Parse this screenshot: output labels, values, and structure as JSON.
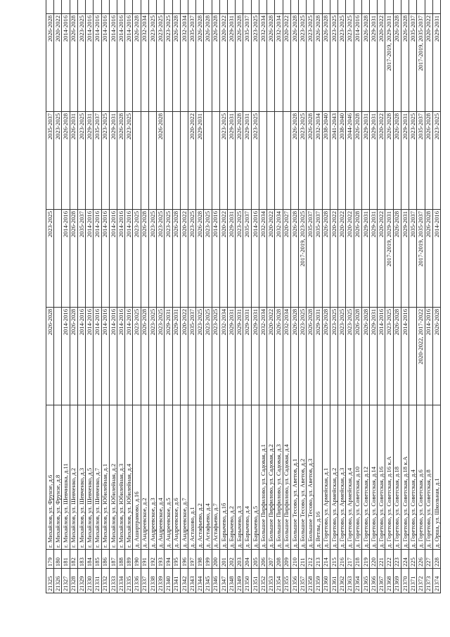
{
  "document": {
    "rows": [
      {
        "id": "21325",
        "num": "179",
        "address": "г. Михайлов, ул. Фрунзе, д.6",
        "p1": "2026-2028",
        "p2": "2023-2025",
        "p3": "2035-2037",
        "p4": "2026-2028",
        "p5": "2017-2019, 2026-2028"
      },
      {
        "id": "21326",
        "num": "180",
        "address": "г. Михайлов, ул. Фрунзе, д.8",
        "p1": "",
        "p2": "",
        "p3": "2023-2025",
        "p4": "2020-2022",
        "p5": "2020-2022"
      },
      {
        "id": "21327",
        "num": "181",
        "address": "г. Михайлов, ул. Шевчишка, д.11",
        "p1": "2014-2016",
        "p2": "2014-2016",
        "p3": "2026-2028",
        "p4": "2014-2016",
        "p5": "2014-2016"
      },
      {
        "id": "21328",
        "num": "182",
        "address": "г. Михайлов, ул. Шевченко, д.2",
        "p1": "2026-2028",
        "p2": "2026-2028",
        "p3": "2026-2031",
        "p4": "2026-2028",
        "p5": "2023-2025"
      },
      {
        "id": "21329",
        "num": "183",
        "address": "г. Михайлов, ул. Шевченко, д.3",
        "p1": "2014-2016",
        "p2": "2035-2037",
        "p3": "2023-2025",
        "p4": "2023-2025",
        "p5": "2014-2016"
      },
      {
        "id": "21330",
        "num": "184",
        "address": "г. Михайлов, ул. Шевченко, д.5",
        "p1": "2014-2016",
        "p2": "2014-2016",
        "p3": "2029-2031",
        "p4": "2014-2016",
        "p5": "2014-2016"
      },
      {
        "id": "21331",
        "num": "185",
        "address": "г. Михайлов, ул. Шевченко, д.7",
        "p1": "2014-2016",
        "p2": "2014-2016",
        "p3": "2035-2037",
        "p4": "2014-2016",
        "p5": "2014-2016"
      },
      {
        "id": "21332",
        "num": "186",
        "address": "г. Михайлов, ул. Юбилейная, д.1",
        "p1": "2014-2016",
        "p2": "2014-2016",
        "p3": "2023-2025",
        "p4": "2014-2016",
        "p5": "2014-2016"
      },
      {
        "id": "21333",
        "num": "187",
        "address": "г. Михайлов, ул. Юбилейная, д.2",
        "p1": "2014-2016",
        "p2": "2014-2016",
        "p3": "2029-2031",
        "p4": "2014-2016",
        "p5": "2014-2016"
      },
      {
        "id": "21334",
        "num": "188",
        "address": "г. Михайлов, ул. Юбилейная, д.3",
        "p1": "2014-2016",
        "p2": "2014-2016",
        "p3": "2026-2028",
        "p4": "2014-2016",
        "p5": "2014-2016"
      },
      {
        "id": "21335",
        "num": "189",
        "address": "г. Михайлов, ул. Юбилейная, д.4",
        "p1": "2014-2016",
        "p2": "2014-2016",
        "p3": "2023-2025",
        "p4": "2014-2016",
        "p5": "2014-2016"
      },
      {
        "id": "21336",
        "num": "190",
        "address": "д. Аширтрамово, д.16",
        "p1": "2023-2025",
        "p2": "2023-2025",
        "p3": "",
        "p4": "2026-2028",
        "p5": "2026-2028"
      },
      {
        "id": "21337",
        "num": "191",
        "address": "д. Андреевское, д.2",
        "p1": "2026-2028",
        "p2": "2026-2028",
        "p3": "",
        "p4": "2032-2034",
        "p5": "2032-2034"
      },
      {
        "id": "21338",
        "num": "192",
        "address": "д. Андреевское, д.3",
        "p1": "2023-2025",
        "p2": "2023-2025",
        "p3": "",
        "p4": "2023-2025",
        "p5": "2023-2025"
      },
      {
        "id": "21339",
        "num": "193",
        "address": "д. Андреевское, д.4",
        "p1": "2023-2025",
        "p2": "2023-2025",
        "p3": "2026-2028",
        "p4": "2023-2025",
        "p5": "2023-2025"
      },
      {
        "id": "21340",
        "num": "194",
        "address": "д. Андреевское, д.5",
        "p1": "2029-2031",
        "p2": "2023-2025",
        "p3": "",
        "p4": "2023-2025",
        "p5": "2023-2025"
      },
      {
        "id": "21341",
        "num": "195",
        "address": "д. Андреевское, д.6",
        "p1": "2029-2031",
        "p2": "2026-2028",
        "p3": "",
        "p4": "2026-2028",
        "p5": "2026-2028"
      },
      {
        "id": "21342",
        "num": "196",
        "address": "д. Андреевское, д.7",
        "p1": "2020-2022",
        "p2": "2020-2022",
        "p3": "",
        "p4": "2032-2034",
        "p5": "2032-2034"
      },
      {
        "id": "21343",
        "num": "197",
        "address": "д. Астахово, д.1",
        "p1": "2035-2037",
        "p2": "2023-2025",
        "p3": "2020-2022",
        "p4": "2035-2037",
        "p5": "2020-2022"
      },
      {
        "id": "21344",
        "num": "198",
        "address": "д. Астафьево, д.2",
        "p1": "2023-2025",
        "p2": "2026-2028",
        "p3": "2029-2031",
        "p4": "2026-2028",
        "p5": "2026-2028"
      },
      {
        "id": "21345",
        "num": "199",
        "address": "д. Астафьево, д.4",
        "p1": "2023-2025",
        "p2": "2023-2025",
        "p3": "",
        "p4": "2026-2028",
        "p5": "2026-2028"
      },
      {
        "id": "21346",
        "num": "200",
        "address": "д. Астафьево, д.7",
        "p1": "2023-2025",
        "p2": "2014-2016",
        "p3": "",
        "p4": "2026-2028",
        "p5": "2020-2022"
      },
      {
        "id": "21347",
        "num": "201",
        "address": "д. Барычево, д.1б",
        "p1": "2032-2034",
        "p2": "2020-2022",
        "p3": "2023-2025",
        "p4": "2020-2022",
        "p5": "2023-2025"
      },
      {
        "id": "21348",
        "num": "202",
        "address": "д. Барычево, д.2",
        "p1": "2029-2031",
        "p2": "2029-2031",
        "p3": "2029-2031",
        "p4": "2029-2031",
        "p5": "2029-2031"
      },
      {
        "id": "21349",
        "num": "203",
        "address": "д. Барычево, д.3",
        "p1": "2029-2031",
        "p2": "2023-2025",
        "p3": "2026-2028",
        "p4": "2026-2028",
        "p5": "2026-2028"
      },
      {
        "id": "21350",
        "num": "204",
        "address": "д. Барычево, д.4",
        "p1": "2029-2031",
        "p2": "2035-2037",
        "p3": "2029-2031",
        "p4": "2035-2037",
        "p5": "2035-2037"
      },
      {
        "id": "21351",
        "num": "205",
        "address": "д. Барычево, д.5",
        "p1": "2029-2031",
        "p2": "2014-2016",
        "p3": "2023-2025",
        "p4": "2023-2025",
        "p5": "2023-2025"
      },
      {
        "id": "21352",
        "num": "206",
        "address": "д. Большое Пирфилово, ул. Садовая, д.1",
        "p1": "2032-2034",
        "p2": "2032-2034",
        "p3": "",
        "p4": "2032-2034",
        "p5": "2023-2025"
      },
      {
        "id": "21353",
        "num": "207",
        "address": "д. Большое Пирфилово, ул. Садовая, д.2",
        "p1": "2020-2022",
        "p2": "2020-2022",
        "p3": "",
        "p4": "2026-2028",
        "p5": "2023-2025"
      },
      {
        "id": "21354",
        "num": "208",
        "address": "д. Большое Пирфилово, ул. Садовая, д.3",
        "p1": "2026-2028",
        "p2": "2032-2034",
        "p3": "",
        "p4": "2032-2034",
        "p5": "2026-2028"
      },
      {
        "id": "21355",
        "num": "209",
        "address": "д. Большое Пирфилово, ул. Садовая, д.4",
        "p1": "2032-2034",
        "p2": "2020-2027",
        "p3": "",
        "p4": "2020-2022",
        "p5": "2020-2022"
      },
      {
        "id": "21356",
        "num": "210",
        "address": "д. Большое Тесово, ул. Аветов, д.1",
        "p1": "2026-2028",
        "p2": "2026-2028",
        "p3": "2026-2028",
        "p4": "2026-2028",
        "p5": "2026-2028"
      },
      {
        "id": "21357",
        "num": "211",
        "address": "д. Большое Тесово, ул. Аветов, д.2",
        "p1": "2023-2025",
        "p2": "2017-2019, 2023-2025",
        "p3": "2023-2025",
        "p4": "2023-2025",
        "p5": "2023-2025"
      },
      {
        "id": "21358",
        "num": "212",
        "address": "д. Большое Тесово, ул. Аветов, д.3",
        "p1": "2026-2028",
        "p2": "2035-2037",
        "p3": "2026-2028",
        "p4": "2023-2025",
        "p5": "2023-2025"
      },
      {
        "id": "21359",
        "num": "213",
        "address": "д. Ветлы, д.16",
        "p1": "2029-2031",
        "p2": "2035-2037",
        "p3": "2032-2034",
        "p4": "2026-2028",
        "p5": "2026-2028"
      },
      {
        "id": "21360",
        "num": "214",
        "address": "д. Горетово, ул. Армейская, д.1",
        "p1": "2026-2028",
        "p2": "2026-2028",
        "p3": "2038-2040",
        "p4": "2026-2028",
        "p5": "2026-2028"
      },
      {
        "id": "21361",
        "num": "215",
        "address": "д. Горетово, ул. Армейская, д.2",
        "p1": "2023-2025",
        "p2": "2020-2022",
        "p3": "2041-2043",
        "p4": "2023-2025",
        "p5": "2023-2025"
      },
      {
        "id": "21362",
        "num": "216",
        "address": "д. Горетово, ул. Армейская, д.3",
        "p1": "2023-2025",
        "p2": "2020-2022",
        "p3": "2038-2040",
        "p4": "2023-2025",
        "p5": "2023-2025"
      },
      {
        "id": "21363",
        "num": "217",
        "address": "д. Горетово, ул. Армейская, д.4",
        "p1": "2023-2025",
        "p2": "2020-2022",
        "p3": "2044-2046",
        "p4": "2023-2025",
        "p5": "2023-2025"
      },
      {
        "id": "21364",
        "num": "218",
        "address": "д. Горетово, ул. Советская, д.10",
        "p1": "2026-2028",
        "p2": "2026-2028",
        "p3": "2026-2028",
        "p4": "2014-2016",
        "p5": "2026-2028"
      },
      {
        "id": "21365",
        "num": "219",
        "address": "д. Горетово, ул. Советская, д.12",
        "p1": "2026-2028",
        "p2": "2029-2031",
        "p3": "2029-2031",
        "p4": "2026-2028",
        "p5": "2026-2028"
      },
      {
        "id": "21366",
        "num": "220",
        "address": "д. Горетово, ул. Советская, д.14",
        "p1": "2029-2031",
        "p2": "2029-2031",
        "p3": "2029-2031",
        "p4": "2029-2031",
        "p5": "2029-2031"
      },
      {
        "id": "21367",
        "num": "221",
        "address": "д. Горетово, ул. Советская, д.16",
        "p1": "2014-2016",
        "p2": "2020-2022",
        "p3": "2020-2022",
        "p4": "2020-2022",
        "p5": "2020-2022"
      },
      {
        "id": "21368",
        "num": "222",
        "address": "д. Горетово, ул. Советская, д.16 к.А",
        "p1": "2023-2025",
        "p2": "2017-2019, 2029-2031",
        "p3": "2026-2028",
        "p4": "2017-2019, 2029-2031",
        "p5": "2029-2031"
      },
      {
        "id": "21369",
        "num": "223",
        "address": "д. Горетово, ул. Советская, д.18",
        "p1": "2026-2028",
        "p2": "2026-2028",
        "p3": "2026-2028",
        "p4": "2026-2028",
        "p5": "2026-2028"
      },
      {
        "id": "21370",
        "num": "224",
        "address": "д. Горетово, ул. Советская, д.18 к.А",
        "p1": "2014-2016",
        "p2": "2029-2031",
        "p3": "2029-2031",
        "p4": "2026-2028",
        "p5": "2020-2022"
      },
      {
        "id": "21371",
        "num": "225",
        "address": "д. Горетово, ул. Советская, д.4",
        "p1": "",
        "p2": "2035-2037",
        "p3": "2023-2025",
        "p4": "2035-2037",
        "p5": "2035-2037"
      },
      {
        "id": "21372",
        "num": "226",
        "address": "д. Горетово, ул. Советская, д.6",
        "p1": "2020-2022, 2017-2022",
        "p2": "2017-2019, 2035-2037",
        "p3": "2035-2037",
        "p4": "2017-2019, 2035-2037",
        "p5": "2035-2037"
      },
      {
        "id": "21373",
        "num": "227",
        "address": "д. Горетово, ул. Советская, д.8",
        "p1": "2014-2016",
        "p2": "2026-2028",
        "p3": "2026-2028",
        "p4": "2020-2022",
        "p5": "2020-2022"
      },
      {
        "id": "21374",
        "num": "228",
        "address": "д. Орша, ул. Школьная, д.1",
        "p1": "2026-2028",
        "p2": "2014-2016",
        "p3": "2023-2025",
        "p4": "2029-2031",
        "p5": "2029-2031"
      }
    ]
  }
}
